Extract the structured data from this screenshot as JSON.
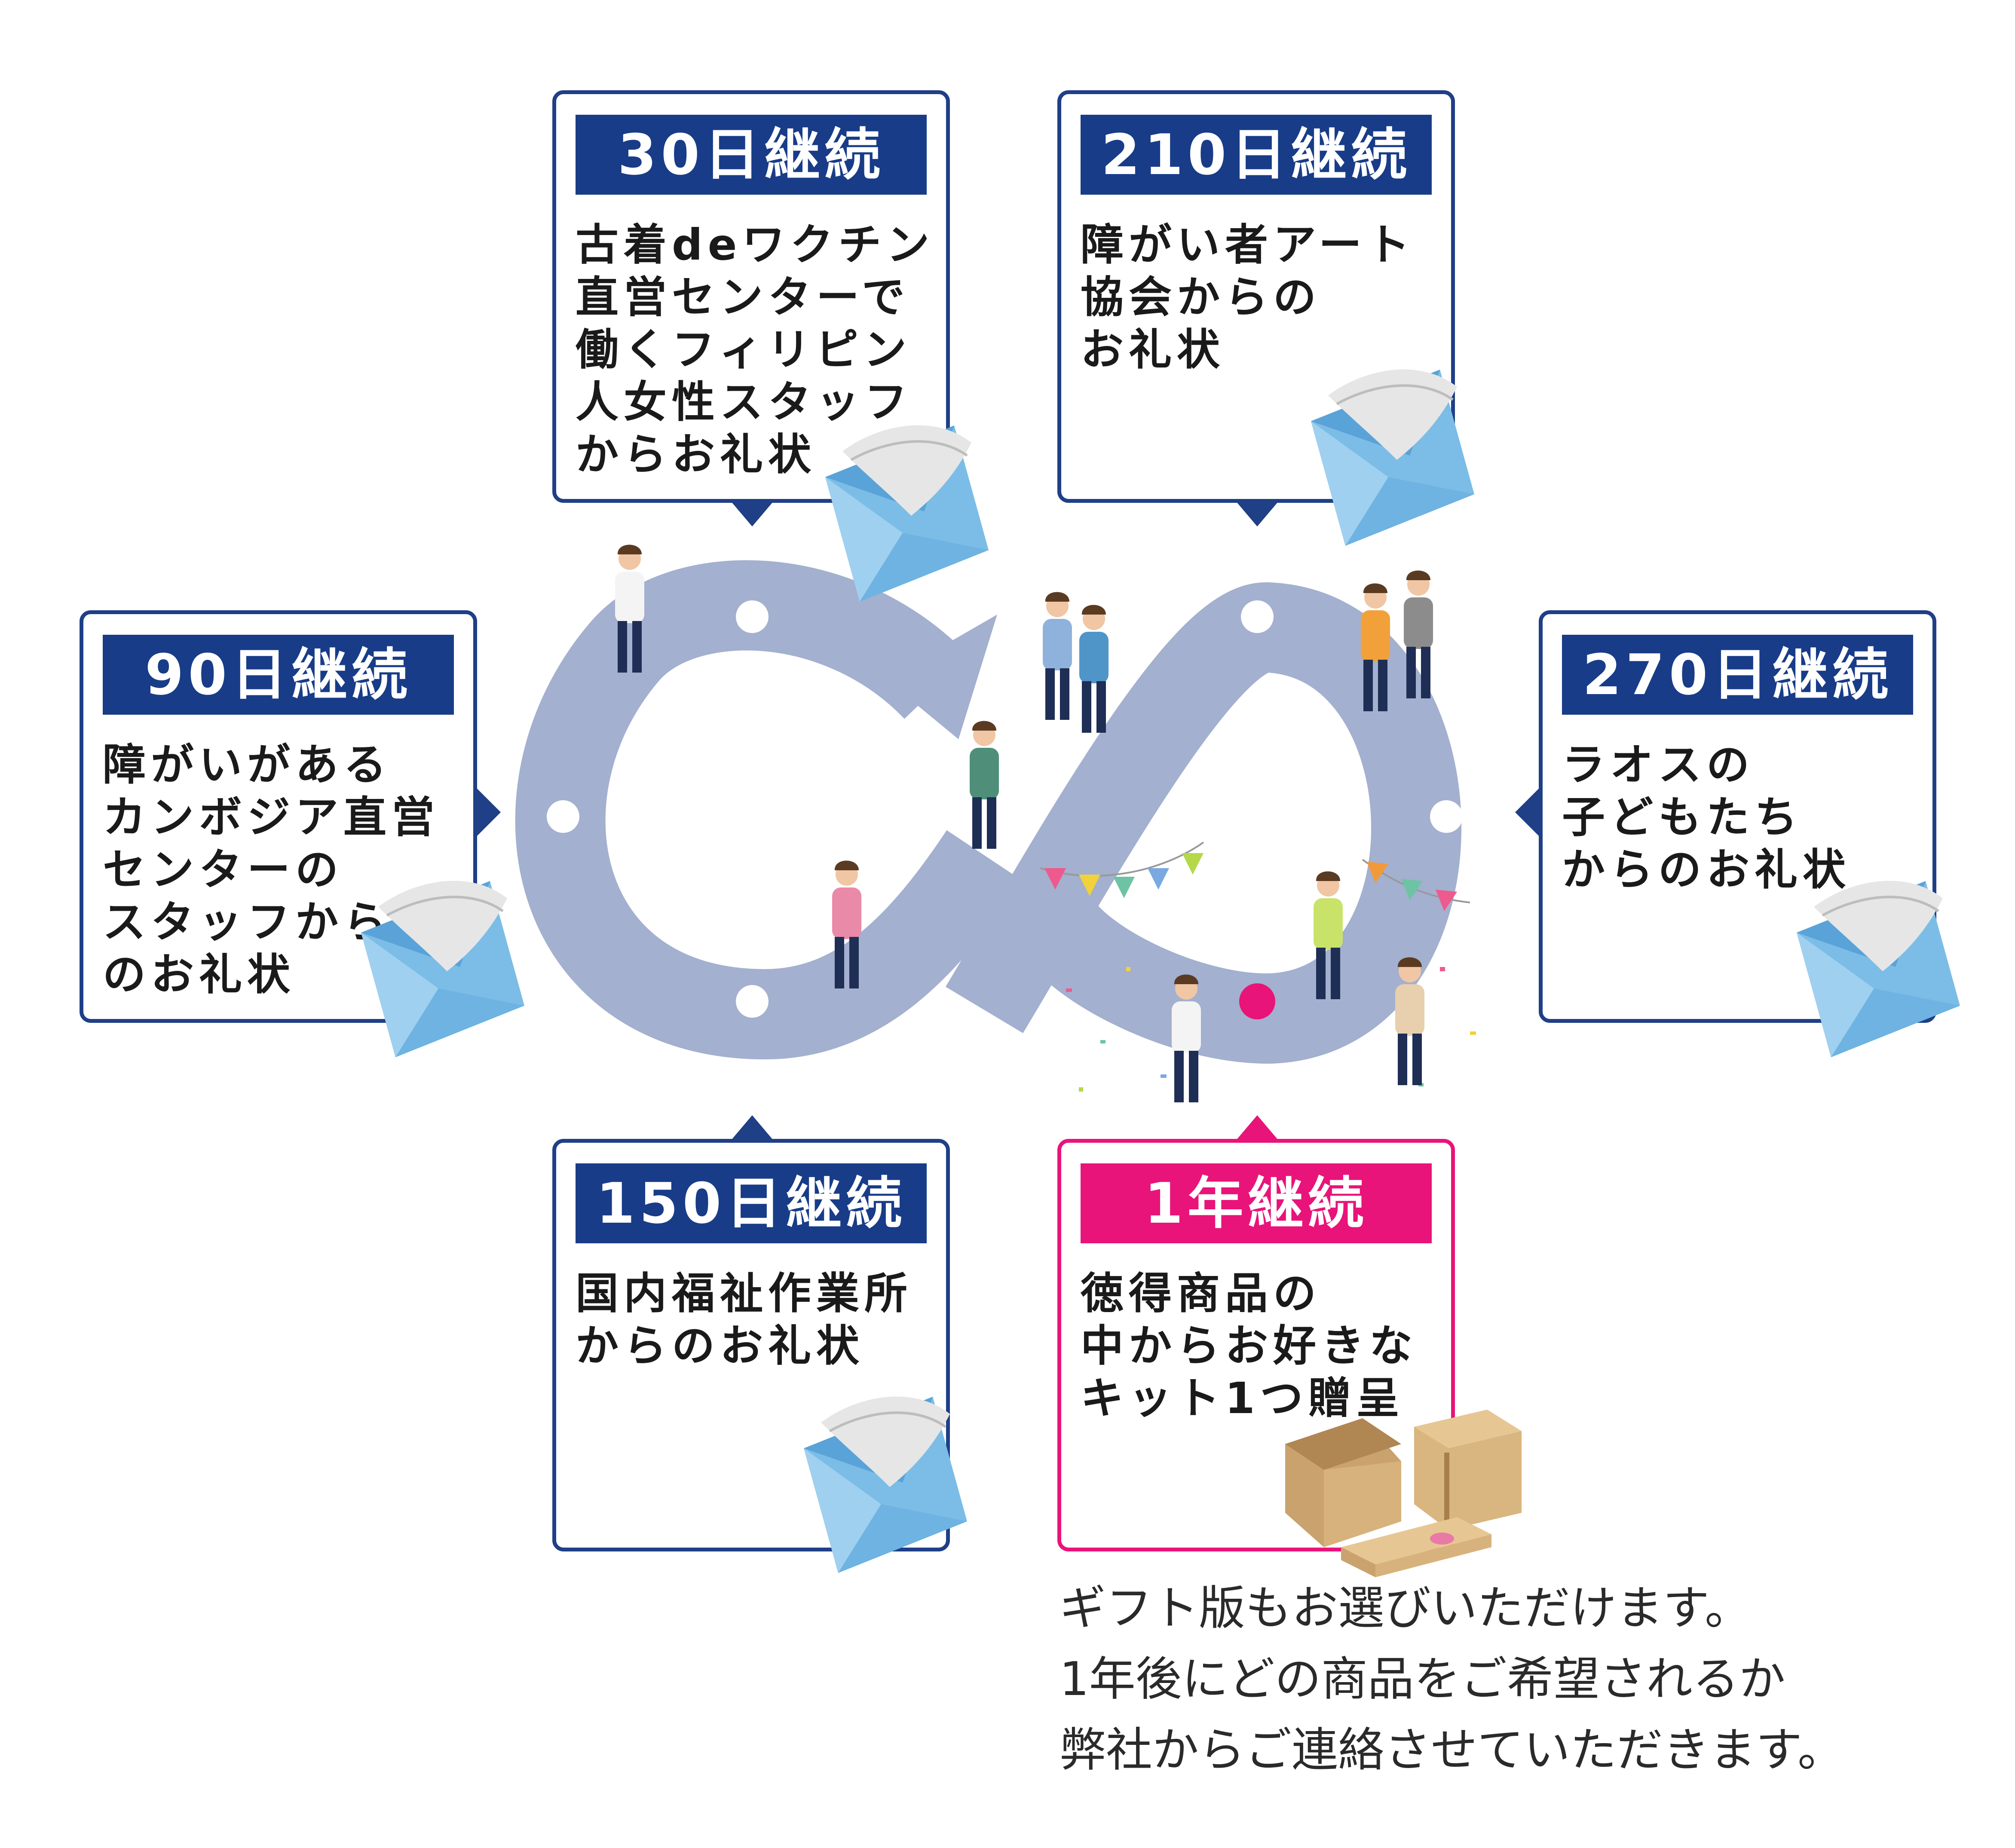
{
  "milestones": [
    {
      "title": "30日継続",
      "lines": [
        "古着deワクチン",
        "直営センターで",
        "働くフィリピン",
        "人女性スタッフ",
        "からお礼状"
      ]
    },
    {
      "title": "210日継続",
      "lines": [
        "障がい者アート",
        "協会からの",
        "お礼状"
      ]
    },
    {
      "title": "90日継続",
      "lines": [
        "障がいがある",
        "カンボジア直営",
        "センターの",
        "スタッフから",
        "のお礼状"
      ]
    },
    {
      "title": "270日継続",
      "lines": [
        "ラオスの",
        "子どもたち",
        "からのお礼状"
      ]
    },
    {
      "title": "150日継続",
      "lines": [
        "国内福祉作業所",
        "からのお礼状"
      ]
    },
    {
      "title": "1年継続",
      "lines": [
        "徳得商品の",
        "中からお好きな",
        "キット1つ贈呈"
      ]
    }
  ],
  "note": [
    "ギフト版もお選びいただけます。",
    "1年後にどの商品をご希望されるか",
    "弊社からご連絡させていただきます。"
  ],
  "icons": {
    "letter": "envelope-icon",
    "gift": "cardboard-box-icon"
  },
  "colors": {
    "navy": "#183c88",
    "pink": "#e8147a",
    "loop": "#a3b0cf",
    "envelope": "#7bbde6"
  }
}
